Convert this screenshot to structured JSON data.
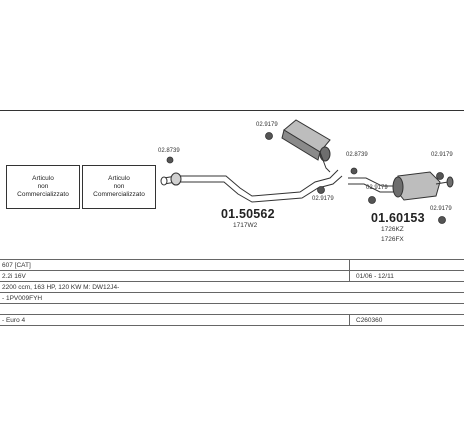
{
  "left_boxes": [
    {
      "line1": "Articulo",
      "line2": "non",
      "line3": "Commercializzato"
    },
    {
      "line1": "Articulo",
      "line2": "non",
      "line3": "Commercializzato"
    }
  ],
  "parts": {
    "front_pipe": {
      "code": "01.50562",
      "sub": "1717W2"
    },
    "rear_box": {
      "code": "01.60153",
      "sub1": "1726KZ",
      "sub2": "1726FX"
    }
  },
  "clamps": {
    "c1": "02.8739",
    "c2": "02.9179",
    "c3": "02.9179",
    "c4": "02.8739",
    "c5": "02.9179",
    "c6": "02.9179",
    "c7": "02.9179"
  },
  "table": {
    "model": "607 [CAT]",
    "engine": "2.2i 16V",
    "date_range": "01/06 - 12/11",
    "engine_spec": "2200 ccm, 163 HP, 120 KW M: DW12J4-",
    "vin": "- 1PV009FYH",
    "emission": "- Euro 4",
    "catalog_code": "C260360"
  },
  "colors": {
    "line": "#333333",
    "part_fill": "#bdbdbd",
    "part_dark": "#6e6e6e"
  }
}
